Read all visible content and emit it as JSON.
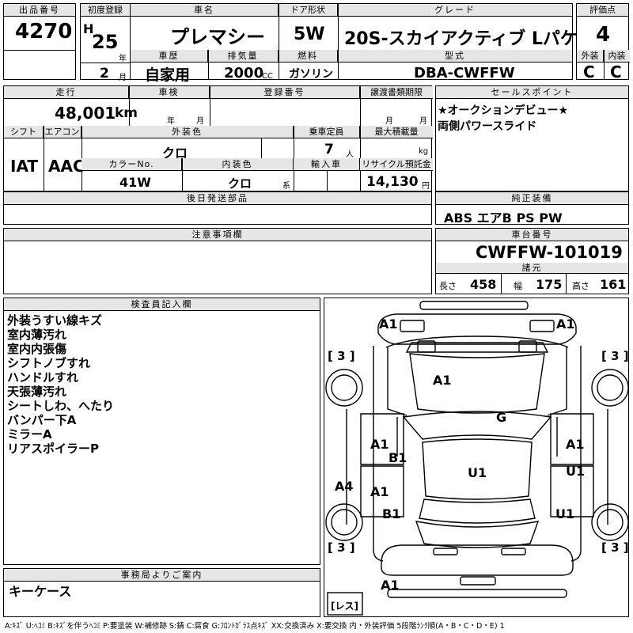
{
  "labels": {
    "lot_no": "出品番号",
    "first_reg": "初度登録",
    "car_name": "車名",
    "door": "ドア形状",
    "grade": "グレード",
    "score": "評価点",
    "history": "車歴",
    "displacement": "排気量",
    "fuel": "燃料",
    "model_code": "型式",
    "exterior": "外装",
    "interior": "内装",
    "mileage": "走行",
    "inspection": "車検",
    "reg_no": "登録番号",
    "transfer": "譲渡書類期限",
    "selling": "セールスポイント",
    "shift": "シフト",
    "aircon": "エアコン",
    "ext_color": "外装色",
    "capacity": "乗車定員",
    "max_load": "最大積載量",
    "color_no": "カラーNo.",
    "int_color": "内装色",
    "import": "輸入車",
    "recycle": "リサイクル預託金",
    "later_parts": "後日発送部品",
    "equipment": "純正装備",
    "caution": "注意事項欄",
    "chassis": "車台番号",
    "dims": "諸元",
    "inspector": "検査員記入欄",
    "office": "事務局よりご案内",
    "year_unit": "年",
    "month_unit": "月",
    "cc_unit": "CC",
    "km_unit": "km",
    "person_unit": "人",
    "kg_unit": "kg",
    "yen_unit": "円",
    "color_unit": "系",
    "length_label": "長さ",
    "width_label": "幅",
    "height_label": "高さ"
  },
  "vehicle": {
    "lot_no": "4270",
    "era": "H",
    "year": "25",
    "month": "2",
    "car_name": "プレマシー",
    "door": "5W",
    "grade": "20S-スカイアクティブ Lパケ",
    "score": "4",
    "history": "自家用",
    "displacement": "2000",
    "fuel": "ガソリン",
    "model_code": "DBA-CWFFW",
    "exterior_grade": "C",
    "interior_grade": "C",
    "mileage": "48,001",
    "shift": "IAT",
    "aircon": "AAC",
    "ext_color": "クロ",
    "capacity": "7",
    "color_no": "41W",
    "int_color": "クロ",
    "recycle": "14,130",
    "chassis_no": "CWFFW-101019",
    "length": "458",
    "width": "175",
    "height": "161"
  },
  "selling_points": [
    "★オークションデビュー★",
    "両側パワースライド"
  ],
  "equipment": "ABS エアB PS PW",
  "inspector_notes": [
    "外装うすい線キズ",
    "室内薄汚れ",
    "室内内張傷",
    "シフトノブすれ",
    "ハンドルすれ",
    "天張薄汚れ",
    "シートしわ、へたり",
    "バンパー下A",
    "ミラーA",
    "リアスポイラーP"
  ],
  "office_note": "キーケース",
  "diagram": {
    "tire_label": "[ 3 ]",
    "spare_label": "[レス]",
    "marks": {
      "front_left": "A1",
      "front_right": "A1",
      "bonnet": "A1",
      "windshield": "G",
      "left_front_door": "A1",
      "left_sill": "B1",
      "left_rear_door": "A1",
      "left_quarter": "A4",
      "left_rear": "B1",
      "right_front_door": "A1",
      "right_rear_door": "U1",
      "right_rear": "U1",
      "roof": "U1",
      "rear_bumper": "A1"
    }
  },
  "legend": "A:ｷｽﾞ U:ﾍｺﾐ B:ｷｽﾞを伴うﾍｺﾐ P:要塗装 W:補修跡 S:錆 C:腐食 G:ﾌﾛﾝﾄｶﾞﾗｽ点ｷｽﾞ XX:交換済み X:要交換 内・外装評価 5段階ﾗﾝｸ順(A・B・C・D・E) 1"
}
